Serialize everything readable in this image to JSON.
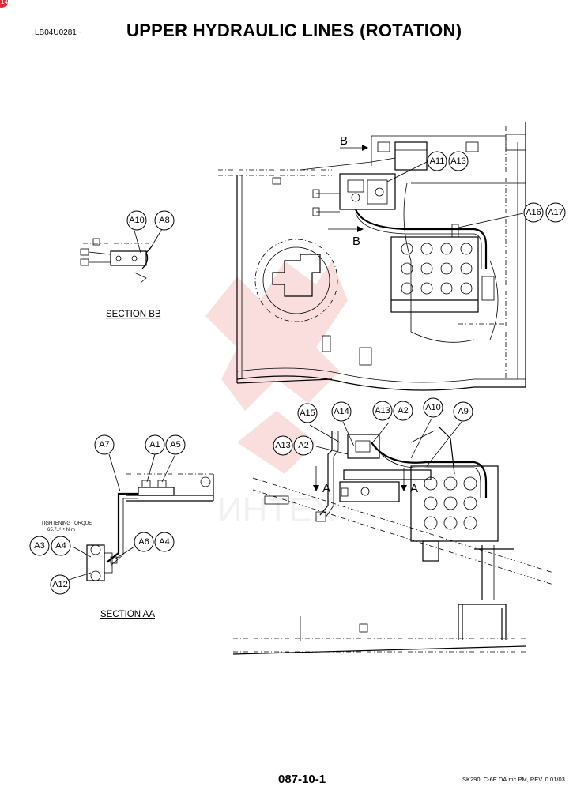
{
  "header": {
    "code": "LB04U0281~",
    "title": "UPPER HYDRAULIC LINES (ROTATION)"
  },
  "corner_badge": "14",
  "sections": {
    "bb": "SECTION BB",
    "aa": "SECTION AA"
  },
  "section_arrows": {
    "b_top": "B",
    "b_bottom": "B",
    "a_left": "A",
    "a_right": "A"
  },
  "torque_note": {
    "line1": "TIGHTENING TORQUE",
    "line2": "65.7±⁶·⁵ N·m"
  },
  "callouts": {
    "bb_a10": "A10",
    "bb_a8": "A8",
    "top_a11": "A11",
    "top_a13": "A13",
    "top_a16": "A16",
    "top_a17": "A17",
    "mid_a15": "A15",
    "mid_a14": "A14",
    "mid_a13": "A13",
    "mid_a2": "A2",
    "mid_a10": "A10",
    "mid_a9": "A9",
    "mid_a13b": "A13",
    "mid_a2b": "A2",
    "aa_a7": "A7",
    "aa_a1": "A1",
    "aa_a5": "A5",
    "aa_a3": "A3",
    "aa_a4": "A4",
    "aa_a6": "A6",
    "aa_a4b": "A4",
    "aa_a12": "A12"
  },
  "watermark": "ИНТЕХ",
  "footer": {
    "page": "087-10-1",
    "docref": "SK290LC-6E DA.mc.PM, REV. 0  01/03"
  }
}
